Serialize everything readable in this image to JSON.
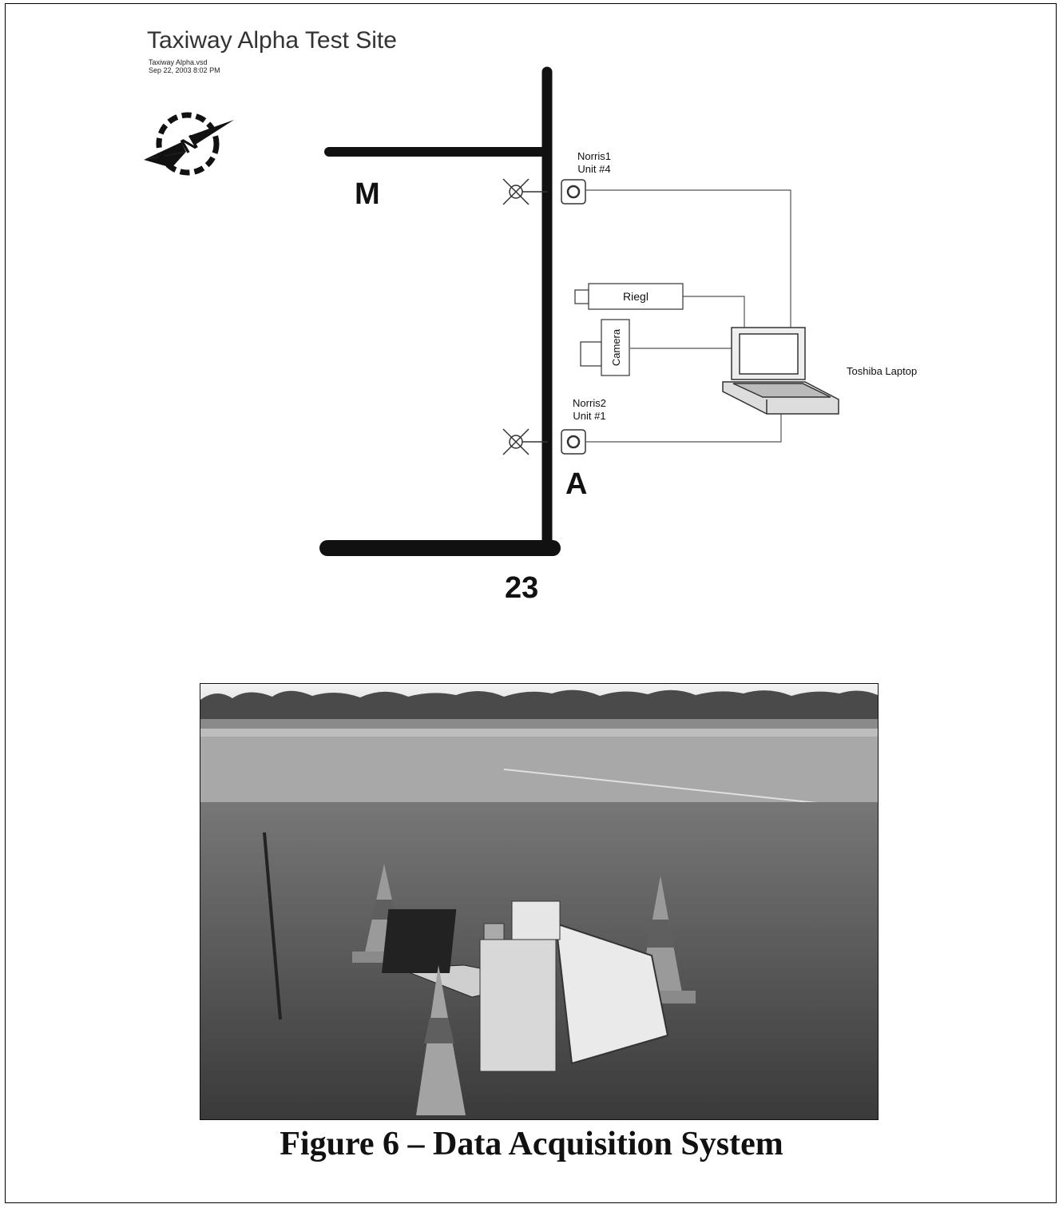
{
  "diagram": {
    "title": "Taxiway Alpha Test Site",
    "file_name": "Taxiway Alpha.vsd",
    "date": "Sep 22, 2003  8:02 PM",
    "taxiway_labels": {
      "m": "M",
      "a": "A",
      "runway": "23"
    },
    "units": {
      "norris1": {
        "name": "Norris1",
        "unit": "Unit #4"
      },
      "norris2": {
        "name": "Norris2",
        "unit": "Unit #1"
      }
    },
    "devices": {
      "riegl": "Riegl",
      "camera": "Camera",
      "laptop": "Toshiba Laptop"
    },
    "compass_letter": "N"
  },
  "photo": {
    "description": "Field photo of data acquisition equipment on grass beside taxiway with traffic cones"
  },
  "figure_caption": "Figure 6 – Data Acquisition System"
}
